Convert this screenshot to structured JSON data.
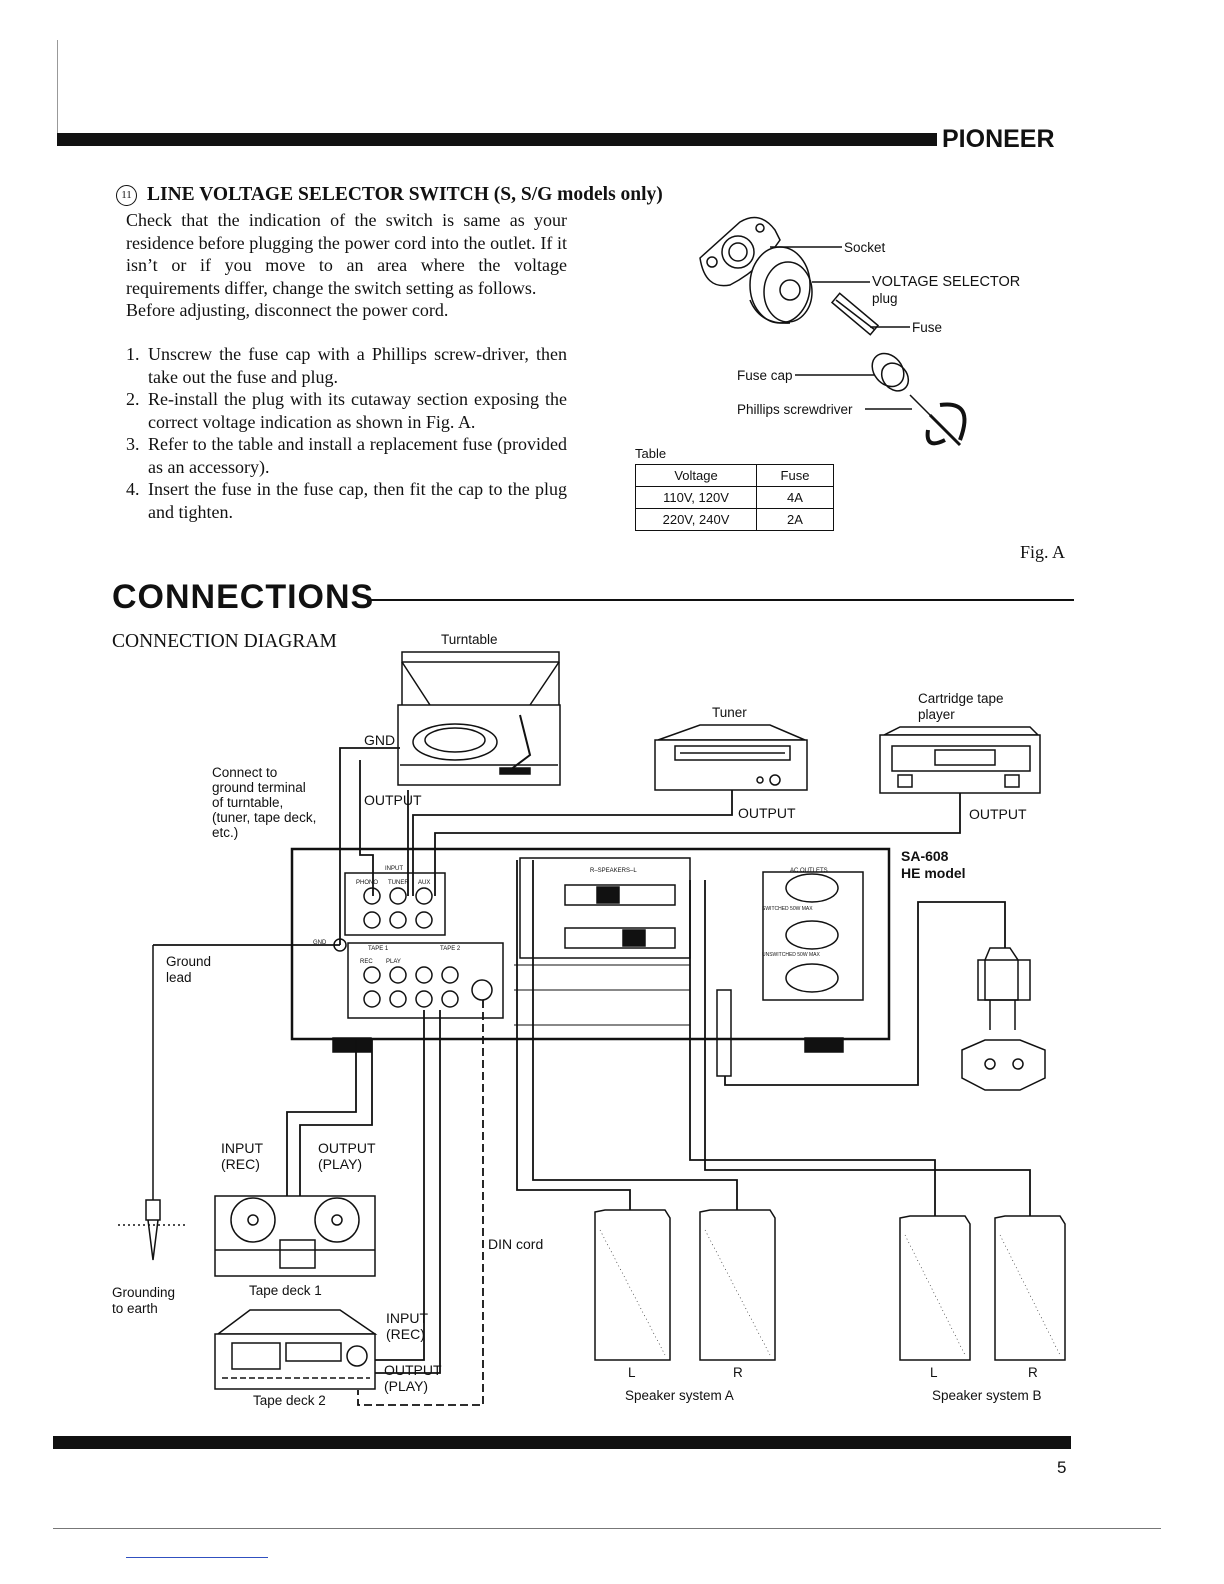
{
  "header": {
    "brand": "PIONEER"
  },
  "voltage_section": {
    "number": "11",
    "title": "LINE VOLTAGE SELECTOR SWITCH (S, S/G models only)",
    "intro": "Check that the indication of the switch is same as your residence before plugging the power cord into the outlet. If it isn’t or if you move to an area where the voltage requirements differ, change the switch setting as follows.",
    "before": "Before adjusting, disconnect the power cord.",
    "steps": [
      {
        "n": "1.",
        "text": "Unscrew the fuse cap with a Phillips screw-driver, then take out the fuse and plug."
      },
      {
        "n": "2.",
        "text": "Re-install the plug with its cutaway section exposing the correct voltage indication as shown in Fig. A."
      },
      {
        "n": "3.",
        "text": "Refer to the table and install a replacement fuse (provided as an accessory)."
      },
      {
        "n": "4.",
        "text": "Insert the fuse in the fuse cap, then fit the cap to the plug and tighten."
      }
    ]
  },
  "figure_a": {
    "labels": {
      "socket": "Socket",
      "selector_1": "VOLTAGE SELECTOR",
      "selector_2": "plug",
      "fuse": "Fuse",
      "fuse_cap": "Fuse cap",
      "screwdriver": "Phillips screwdriver"
    },
    "caption": "Fig. A",
    "table": {
      "caption": "Table",
      "headers": [
        "Voltage",
        "Fuse"
      ],
      "rows": [
        [
          "110V, 120V",
          "4A"
        ],
        [
          "220V, 240V",
          "2A"
        ]
      ]
    }
  },
  "connections": {
    "heading": "CONNECTIONS",
    "diagram_title": "CONNECTION DIAGRAM",
    "labels": {
      "turntable": "Turntable",
      "gnd": "GND",
      "output_turntable": "OUTPUT",
      "connect_note": [
        "Connect to",
        "ground terminal",
        "of turntable,",
        "(tuner, tape deck,",
        "etc.)"
      ],
      "tuner": "Tuner",
      "output_tuner": "OUTPUT",
      "cartridge": [
        "Cartridge tape",
        "player"
      ],
      "output_cartridge": "OUTPUT",
      "model": [
        "SA-608",
        "HE model"
      ],
      "ground_lead": [
        "Ground",
        "lead"
      ],
      "input_rec_1": [
        "INPUT",
        "(REC)"
      ],
      "output_play_1": [
        "OUTPUT",
        "(PLAY)"
      ],
      "din_cord": "DIN cord",
      "grounding": [
        "Grounding",
        "to earth"
      ],
      "tape_deck_1": "Tape deck 1",
      "input_rec_2": [
        "INPUT",
        "(REC)"
      ],
      "output_play_2": [
        "OUTPUT",
        "(PLAY)"
      ],
      "tape_deck_2": "Tape deck 2",
      "speaker_a_l": "L",
      "speaker_a_r": "R",
      "speaker_a": "Speaker system A",
      "speaker_b_l": "L",
      "speaker_b_r": "R",
      "speaker_b": "Speaker system B"
    },
    "panel_labels": {
      "input": "INPUT",
      "phono": "PHONO",
      "tuner": "TUNER",
      "aux": "AUX",
      "tape1": "TAPE 1",
      "tape2": "TAPE 2",
      "rec": "REC",
      "play": "PLAY",
      "speakers": "R–SPEAKERS–L",
      "ac_outlets": "AC OUTLETS",
      "switched": "SWITCHED 50W MAX",
      "unswitched": "UNSWITCHED 50W MAX",
      "gnd": "GND"
    }
  },
  "footer": {
    "page": "5"
  }
}
